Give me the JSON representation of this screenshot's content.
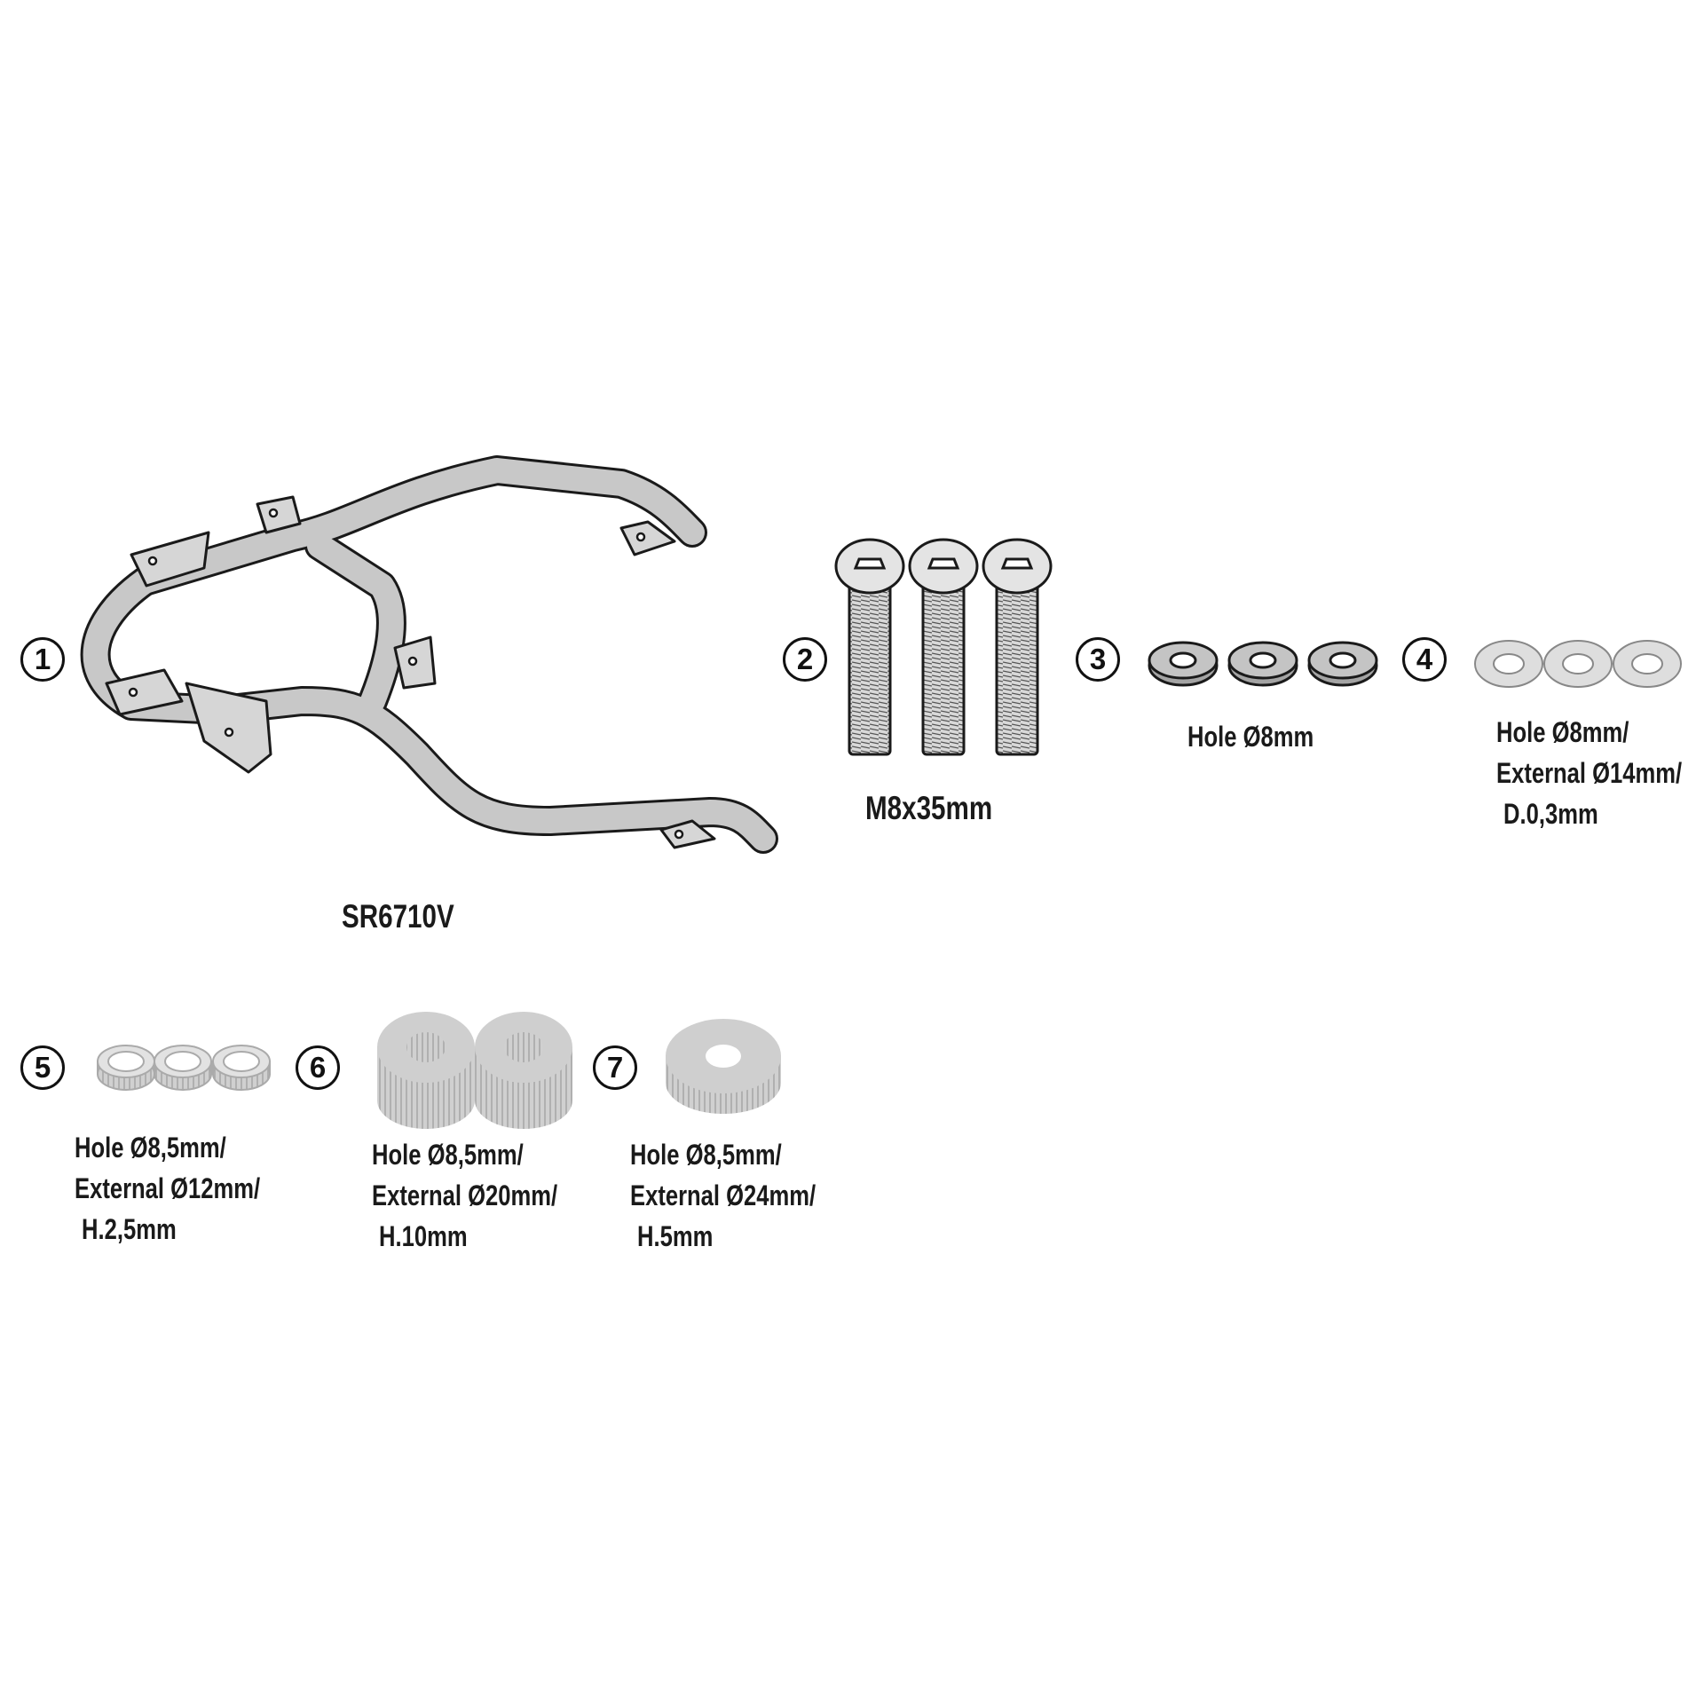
{
  "colors": {
    "ink": "#1a1a1a",
    "part_fill": "#cfcfcf",
    "light_fill": "#dcdcdc",
    "dark_fill": "#9a9a9a"
  },
  "parts": [
    {
      "number": "1",
      "label": "SR6710V"
    },
    {
      "number": "2",
      "label": "M8x35mm"
    },
    {
      "number": "3",
      "label": "Hole Ø8mm"
    },
    {
      "number": "4",
      "lines": [
        "Hole Ø8mm/",
        "External Ø14mm/",
        "D.0,3mm"
      ]
    },
    {
      "number": "5",
      "lines": [
        "Hole Ø8,5mm/",
        "External Ø12mm/",
        "H.2,5mm"
      ]
    },
    {
      "number": "6",
      "lines": [
        "Hole Ø8,5mm/",
        "External Ø20mm/",
        "H.10mm"
      ]
    },
    {
      "number": "7",
      "lines": [
        "Hole Ø8,5mm/",
        "External Ø24mm/",
        "H.5mm"
      ]
    }
  ]
}
